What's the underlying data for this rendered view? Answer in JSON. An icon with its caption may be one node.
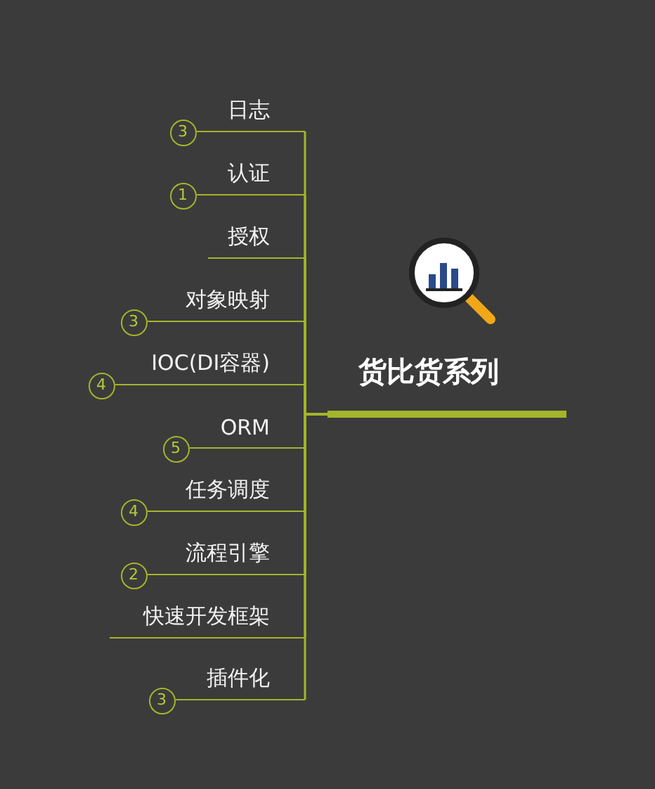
{
  "diagram": {
    "nodes": [
      {
        "text": [
          "货比货系列"
        ]
      },
      {
        "text": [
          "日志"
        ],
        "beside": [
          "3"
        ]
      },
      {
        "text": [
          "认证"
        ],
        "beside": [
          "1"
        ]
      },
      {
        "text": [
          "授权"
        ]
      },
      {
        "text": [
          "对象映射"
        ],
        "beside": [
          "3"
        ]
      },
      {
        "text": [
          "IOC(DI容器)"
        ],
        "beside": [
          "4"
        ]
      },
      {
        "text": [
          "ORM"
        ],
        "beside": [
          "5"
        ]
      },
      {
        "text": [
          "任务调度"
        ],
        "beside": [
          "4"
        ]
      },
      {
        "text": [
          "流程引擎"
        ],
        "beside": [
          "2"
        ]
      },
      {
        "text": [
          "快速开发框架"
        ]
      },
      {
        "text": [
          "插件化"
        ],
        "beside": [
          "3"
        ]
      }
    ],
    "edges": [
      {
        "from": 0,
        "to": 1,
        "arrow": "none"
      },
      {
        "from": 0,
        "to": 2,
        "arrow": "none"
      },
      {
        "from": 0,
        "to": 3,
        "arrow": "none"
      },
      {
        "from": 0,
        "to": 4,
        "arrow": "none"
      },
      {
        "from": 0,
        "to": 5,
        "arrow": "none"
      },
      {
        "from": 0,
        "to": 6,
        "arrow": "none"
      },
      {
        "from": 0,
        "to": 7,
        "arrow": "none"
      },
      {
        "from": 0,
        "to": 8,
        "arrow": "none"
      },
      {
        "from": 0,
        "to": 9,
        "arrow": "none"
      },
      {
        "from": 0,
        "to": 10,
        "arrow": "none"
      }
    ]
  }
}
